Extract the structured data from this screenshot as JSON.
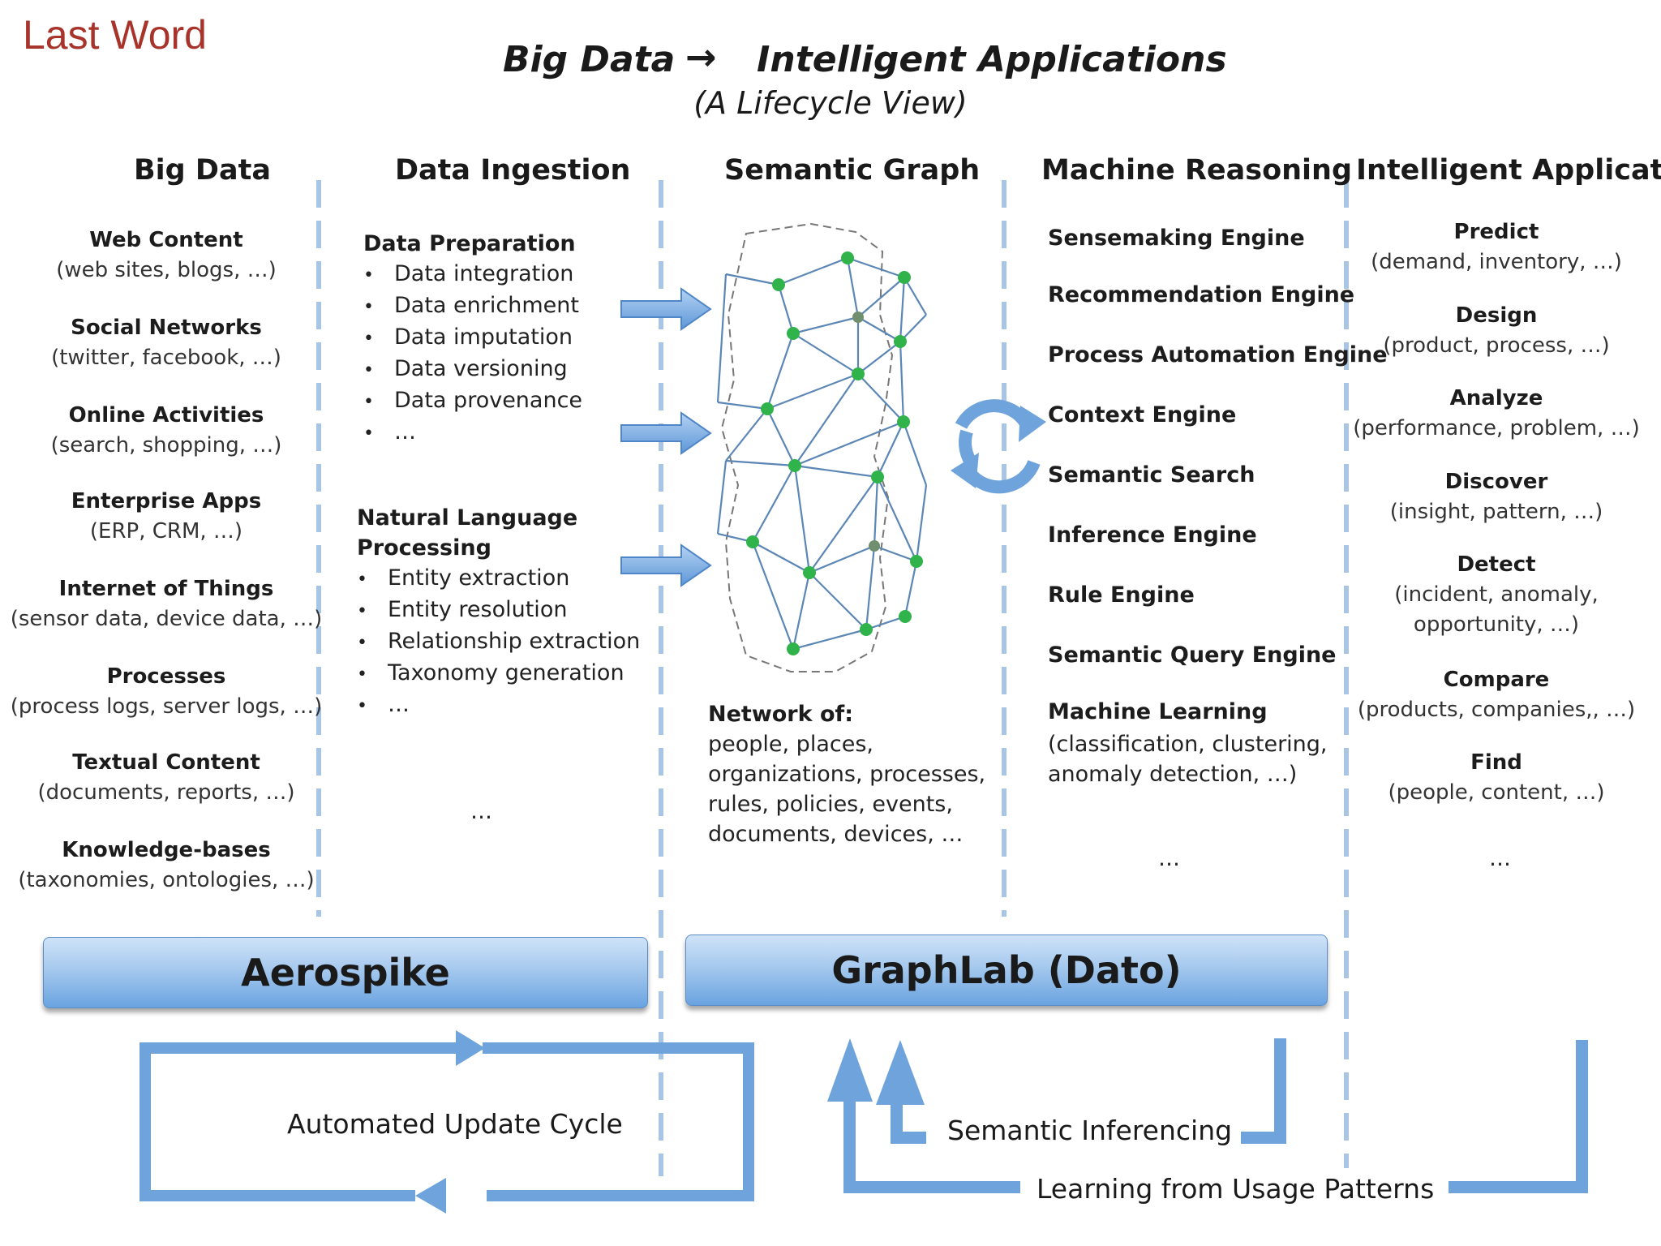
{
  "corner_label": "Last Word",
  "title": {
    "left": "Big Data",
    "arrow": "→",
    "right": "Intelligent Applications",
    "subtitle": "(A Lifecycle View)"
  },
  "columns": {
    "big_data": {
      "header": "Big Data",
      "items": [
        {
          "title": "Web Content",
          "detail": "(web sites, blogs, …)"
        },
        {
          "title": "Social Networks",
          "detail": "(twitter, facebook, …)"
        },
        {
          "title": "Online Activities",
          "detail": "(search, shopping, …)"
        },
        {
          "title": "Enterprise Apps",
          "detail": "(ERP, CRM, …)"
        },
        {
          "title": "Internet of Things",
          "detail": "(sensor data, device data, …)"
        },
        {
          "title": "Processes",
          "detail": "(process logs, server logs, …)"
        },
        {
          "title": "Textual Content",
          "detail": "(documents, reports, …)"
        },
        {
          "title": "Knowledge-bases",
          "detail": "(taxonomies, ontologies, …)"
        }
      ]
    },
    "data_ingestion": {
      "header": "Data Ingestion",
      "prep_title": "Data Preparation",
      "prep_items": [
        "Data integration",
        "Data enrichment",
        "Data imputation",
        "Data versioning",
        "Data provenance",
        "…"
      ],
      "nlp_title_line1": "Natural Language",
      "nlp_title_line2": "Processing",
      "nlp_items": [
        "Entity extraction",
        "Entity resolution",
        "Relationship extraction",
        "Taxonomy generation",
        "…"
      ],
      "ellipsis": "…"
    },
    "semantic_graph": {
      "header": "Semantic Graph",
      "network_title": "Network of:",
      "network_lines": [
        "people, places,",
        "organizations, processes,",
        "rules, policies, events,",
        "documents, devices, …"
      ]
    },
    "machine_reasoning": {
      "header": "Machine Reasoning",
      "engines": [
        "Sensemaking Engine",
        "Recommendation Engine",
        "Process Automation Engine",
        "Context Engine",
        "Semantic Search",
        "Inference Engine",
        "Rule Engine",
        "Semantic Query Engine"
      ],
      "ml_title": "Machine Learning",
      "ml_line1": "(classification, clustering,",
      "ml_line2": "anomaly detection, …)",
      "ellipsis": "…"
    },
    "intelligent_application": {
      "header": "Intelligent Application",
      "items": [
        {
          "title": "Predict",
          "detail": "(demand, inventory, …)"
        },
        {
          "title": "Design",
          "detail": "(product, process, …)"
        },
        {
          "title": "Analyze",
          "detail": "(performance, problem, …)"
        },
        {
          "title": "Discover",
          "detail": "(insight, pattern, …)"
        },
        {
          "title": "Detect",
          "detail": "(incident, anomaly,",
          "detail2": "opportunity,  …)"
        },
        {
          "title": "Compare",
          "detail": "(products, companies,, …)"
        },
        {
          "title": "Find",
          "detail": "(people, content, …)"
        }
      ],
      "ellipsis": "…"
    }
  },
  "platforms": {
    "left": "Aerospike",
    "right": "GraphLab (Dato)"
  },
  "cycles": {
    "automated": "Automated Update Cycle",
    "semantic": "Semantic Inferencing",
    "learning": "Learning from Usage Patterns"
  },
  "colors": {
    "corner_label": "#a8332a",
    "arrow_blue": "#6fa3dc",
    "node_green": "#2fb34a",
    "edge_blue": "#5b86b5",
    "divider": "#a9c5e6"
  },
  "icons": [
    "right-arrow-icon",
    "refresh-cycle-icon",
    "up-arrow-icon",
    "left-arrow-icon"
  ]
}
